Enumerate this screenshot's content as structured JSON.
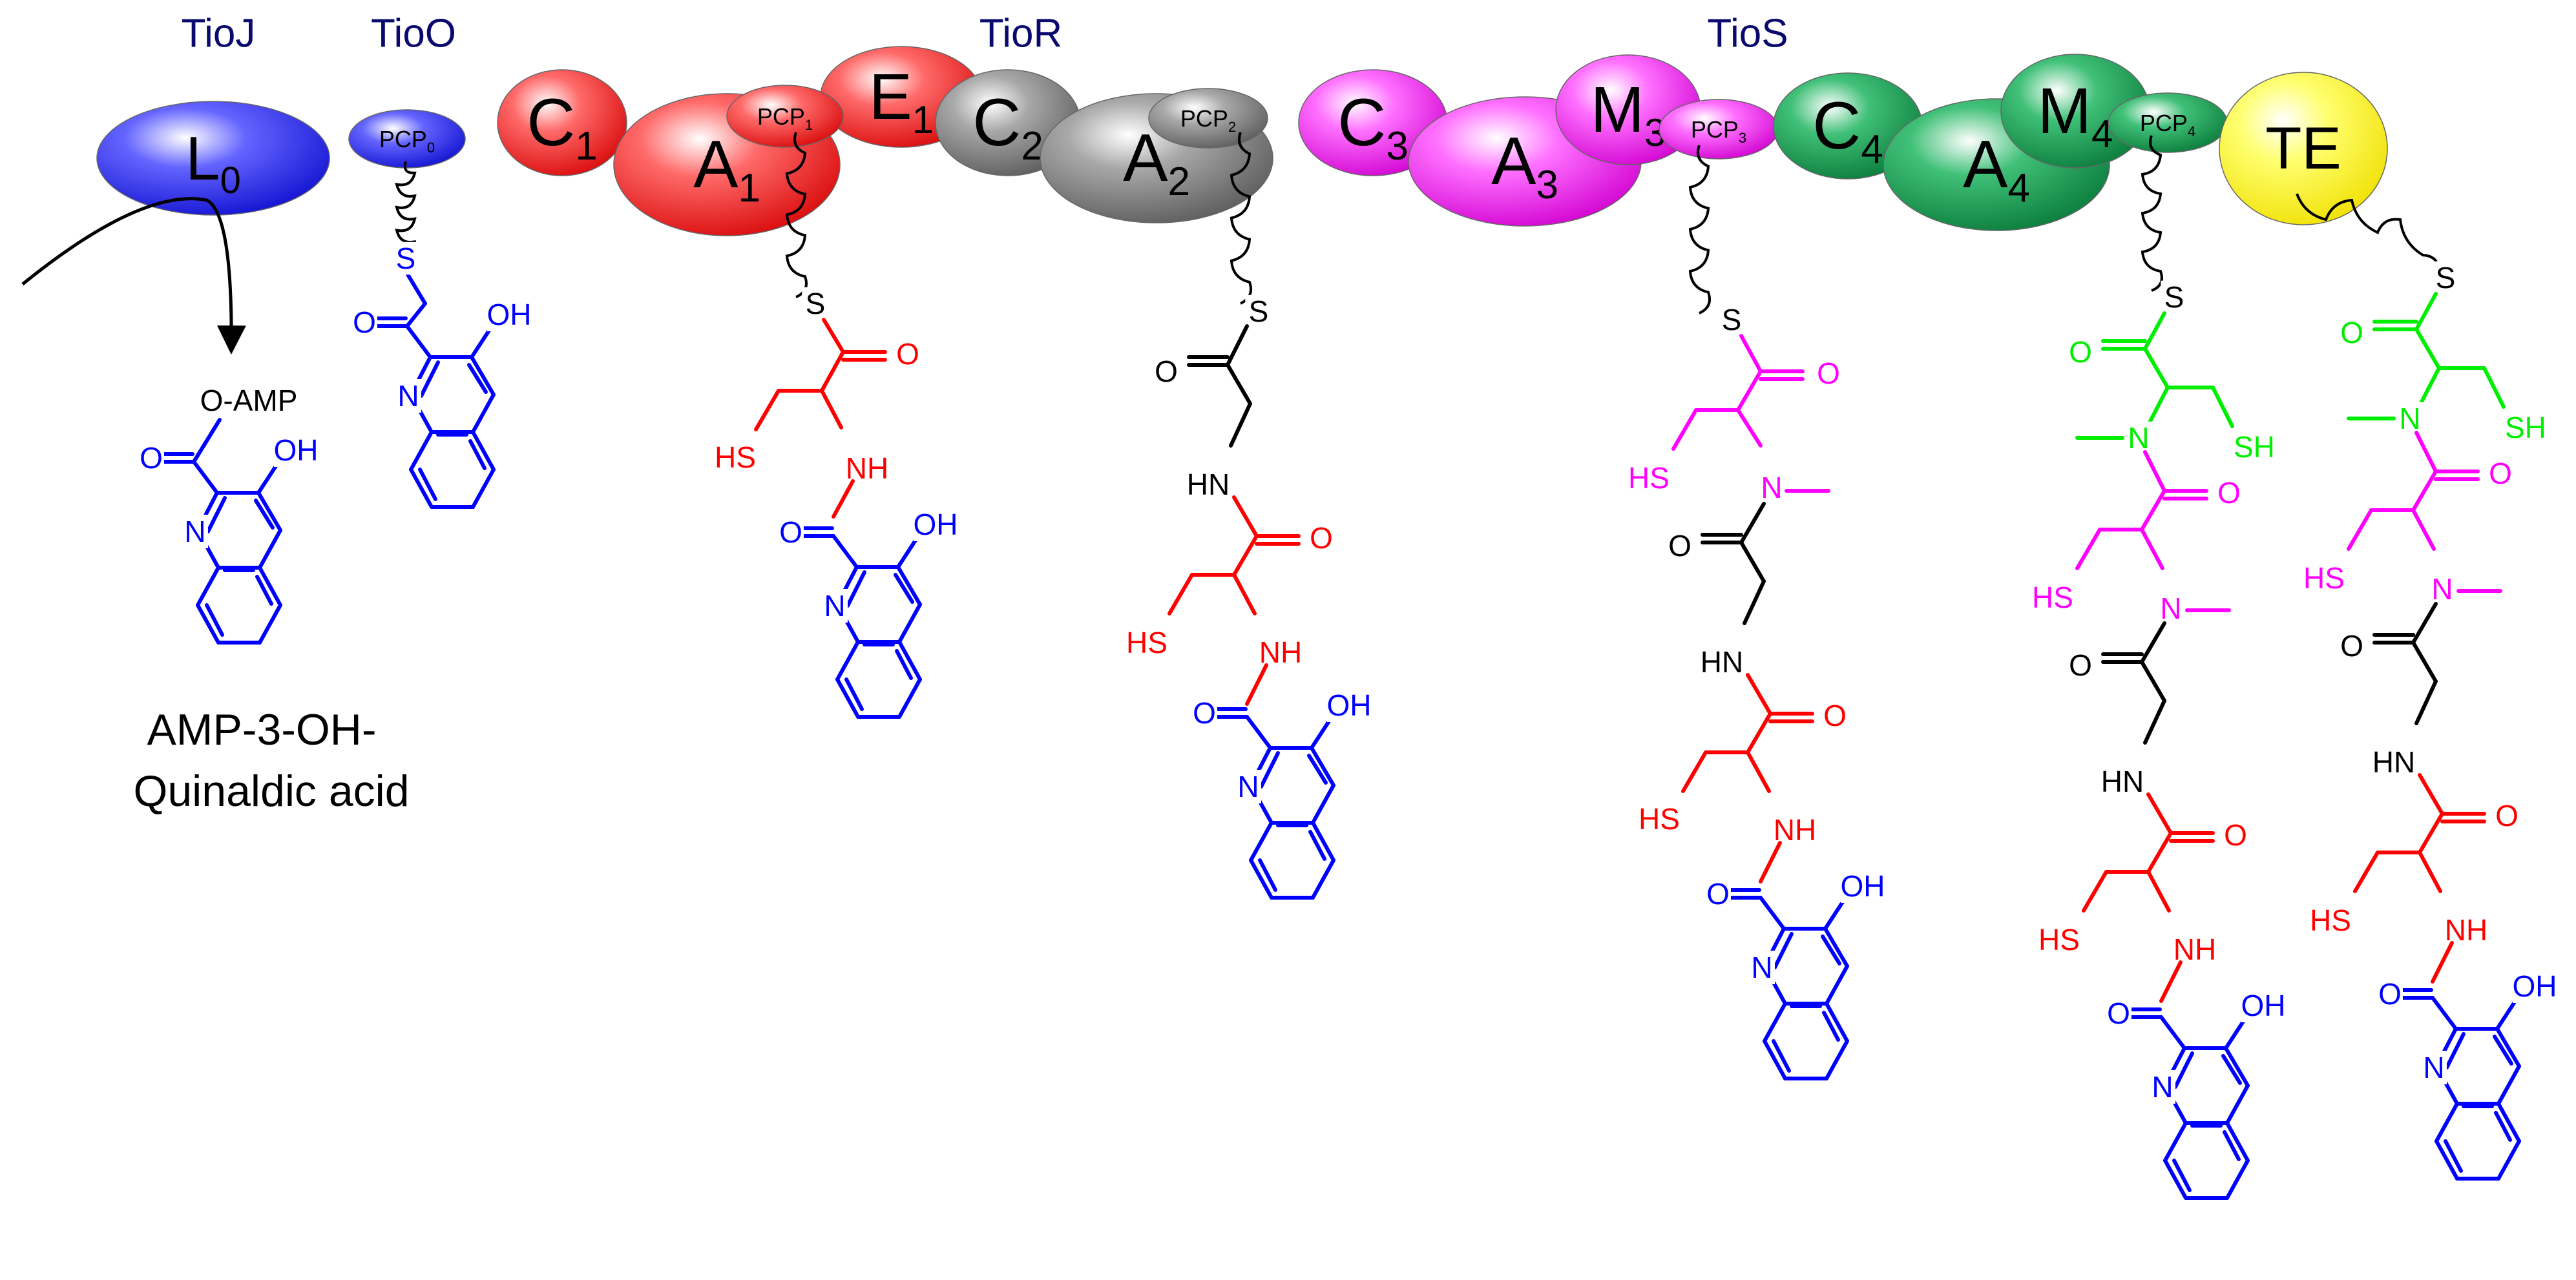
{
  "proteins": {
    "tioj": "TioJ",
    "tioo": "TioO",
    "tior": "TioR",
    "tios": "TioS"
  },
  "domains": {
    "L0": {
      "main": "L",
      "sub": "0"
    },
    "PCP0": {
      "main": "PCP",
      "sub": "0"
    },
    "C1": {
      "main": "C",
      "sub": "1"
    },
    "A1": {
      "main": "A",
      "sub": "1"
    },
    "PCP1": {
      "main": "PCP",
      "sub": "1"
    },
    "E1": {
      "main": "E",
      "sub": "1"
    },
    "C2": {
      "main": "C",
      "sub": "2"
    },
    "A2": {
      "main": "A",
      "sub": "2"
    },
    "PCP2": {
      "main": "PCP",
      "sub": "2"
    },
    "C3": {
      "main": "C",
      "sub": "3"
    },
    "A3": {
      "main": "A",
      "sub": "3"
    },
    "M3": {
      "main": "M",
      "sub": "3"
    },
    "PCP3": {
      "main": "PCP",
      "sub": "3"
    },
    "C4": {
      "main": "C",
      "sub": "4"
    },
    "A4": {
      "main": "A",
      "sub": "4"
    },
    "M4": {
      "main": "M",
      "sub": "4"
    },
    "PCP4": {
      "main": "PCP",
      "sub": "4"
    },
    "TE": {
      "main": "TE",
      "sub": ""
    }
  },
  "labels": {
    "o_amp": "O-AMP",
    "caption_line1": "AMP-3-OH-",
    "caption_line2": "Quinaldic acid"
  },
  "atoms": {
    "S": "S",
    "O": "O",
    "N": "N",
    "OH": "OH",
    "NH": "NH",
    "HN": "HN",
    "SH": "SH",
    "HS": "HS"
  },
  "colors": {
    "navy": "#0a0a6e",
    "blue": "#0000ff",
    "red": "#ff0000",
    "magenta": "#ff00ff",
    "green": "#00ee00",
    "black": "#000000",
    "domain_blue": "#2a2aff",
    "domain_red": "#f01818",
    "domain_gray": "#7a7a7a",
    "domain_magenta": "#ee10ee",
    "domain_green": "#1a9a50",
    "domain_yellow": "#ffff20"
  }
}
